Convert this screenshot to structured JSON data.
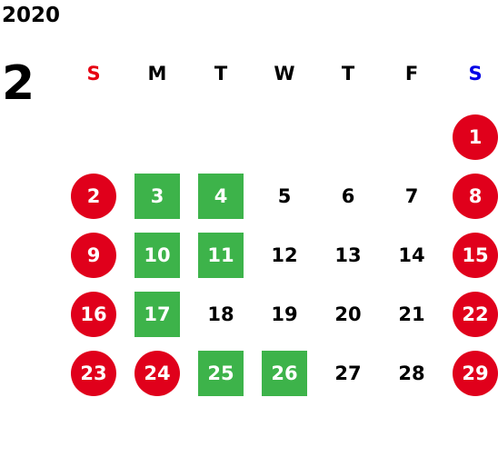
{
  "calendar": {
    "year": "2020",
    "month": "2",
    "weekdays": [
      "S",
      "M",
      "T",
      "W",
      "T",
      "F",
      "S"
    ],
    "colors": {
      "holiday_circle": "#e0001b",
      "green_box": "#3db34a",
      "sunday_header": "#e60012",
      "saturday_header": "#0000e6"
    },
    "days": [
      {
        "n": "1",
        "style": "holiday"
      },
      {
        "n": "2",
        "style": "holiday"
      },
      {
        "n": "3",
        "style": "green"
      },
      {
        "n": "4",
        "style": "green"
      },
      {
        "n": "5",
        "style": "plain"
      },
      {
        "n": "6",
        "style": "plain"
      },
      {
        "n": "7",
        "style": "plain"
      },
      {
        "n": "8",
        "style": "holiday"
      },
      {
        "n": "9",
        "style": "holiday"
      },
      {
        "n": "10",
        "style": "green"
      },
      {
        "n": "11",
        "style": "green"
      },
      {
        "n": "12",
        "style": "plain"
      },
      {
        "n": "13",
        "style": "plain"
      },
      {
        "n": "14",
        "style": "plain"
      },
      {
        "n": "15",
        "style": "holiday"
      },
      {
        "n": "16",
        "style": "holiday"
      },
      {
        "n": "17",
        "style": "green"
      },
      {
        "n": "18",
        "style": "plain"
      },
      {
        "n": "19",
        "style": "plain"
      },
      {
        "n": "20",
        "style": "plain"
      },
      {
        "n": "21",
        "style": "plain"
      },
      {
        "n": "22",
        "style": "holiday"
      },
      {
        "n": "23",
        "style": "holiday"
      },
      {
        "n": "24",
        "style": "holiday"
      },
      {
        "n": "25",
        "style": "green"
      },
      {
        "n": "26",
        "style": "green"
      },
      {
        "n": "27",
        "style": "plain"
      },
      {
        "n": "28",
        "style": "plain"
      },
      {
        "n": "29",
        "style": "holiday"
      }
    ]
  }
}
